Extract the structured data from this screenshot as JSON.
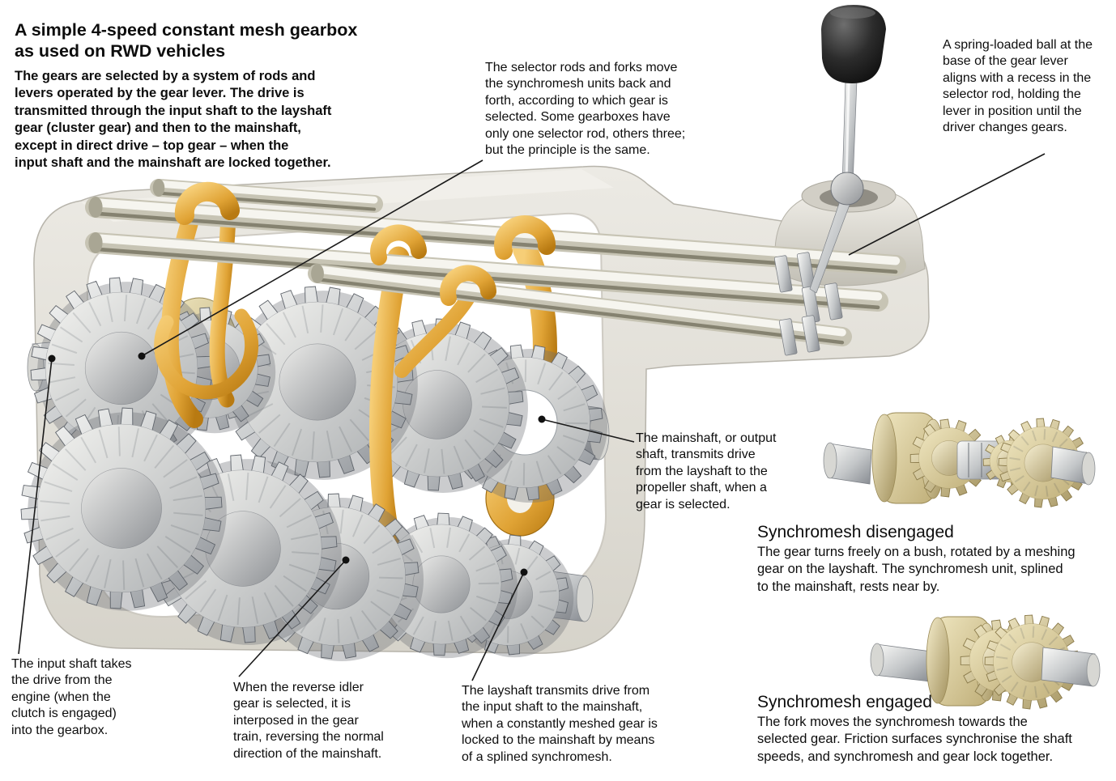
{
  "title": "A simple 4-speed constant mesh gearbox\nas used on RWD vehicles",
  "intro": "The gears are selected by a system of rods and\nlevers operated by the gear lever. The drive is\ntransmitted through the input shaft to the layshaft\ngear (cluster gear) and then to the mainshaft,\nexcept in direct drive – top gear – when the\ninput shaft and the mainshaft are locked together.",
  "annotations": {
    "selector_rods": "The selector rods and forks move\nthe synchromesh units back and\nforth, according to which gear is\nselected. Some gearboxes have\nonly one selector rod, others three;\nbut the principle is the same.",
    "spring_ball": "A spring-loaded ball at the\nbase of the gear lever\naligns with a recess in the\nselector rod, holding the\nlever in position until the\ndriver changes gears.",
    "mainshaft": "The mainshaft, or output\nshaft, transmits drive\nfrom the layshaft to the\npropeller shaft, when a\ngear is selected.",
    "input_shaft": "The input shaft takes\nthe drive from the\nengine (when the\nclutch is engaged)\ninto the gearbox.",
    "reverse_idler": "When the reverse idler\ngear is selected, it is\ninterposed in the gear\ntrain, reversing the normal\ndirection of the mainshaft.",
    "layshaft": "The layshaft transmits drive from\nthe input shaft to the mainshaft,\nwhen a constantly meshed gear is\nlocked to the mainshaft by means\nof a splined synchromesh."
  },
  "sections": {
    "disengaged": {
      "heading": "Synchromesh disengaged",
      "body": "The gear turns freely on a bush, rotated by a meshing\ngear on the layshaft. The synchromesh unit, splined\nto the mainshaft, rests near by."
    },
    "engaged": {
      "heading": "Synchromesh engaged",
      "body": "The fork moves the synchromesh towards the\nselected gear. Friction surfaces synchronise the shaft\nspeeds, and synchromesh and gear lock together."
    }
  },
  "colors": {
    "fork_orange": "#d89025",
    "housing_gray": "#e4e1da",
    "metal_light": "#f4f4f1",
    "metal_dark": "#8e9196",
    "brass": "#cfc091",
    "background": "#ffffff",
    "text": "#111111"
  }
}
